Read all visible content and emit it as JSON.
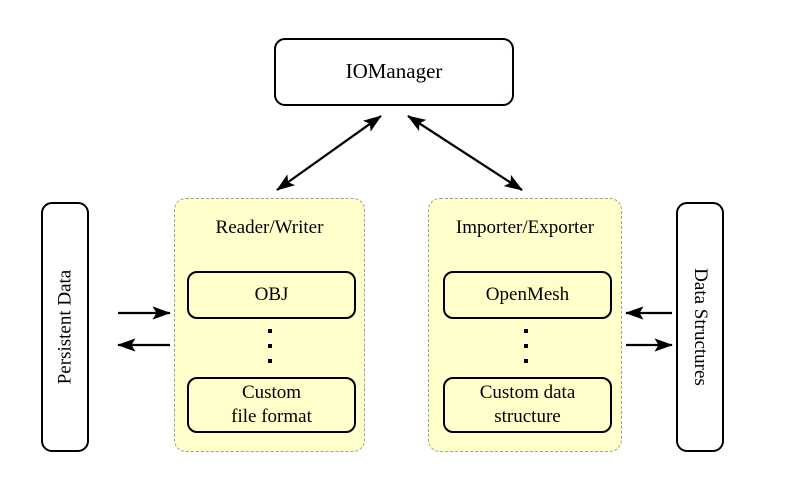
{
  "diagram": {
    "title": "IO architecture diagram",
    "colors": {
      "group_fill": "#FFFFCC",
      "group_border": "#9E9E9E",
      "node_border": "#000000",
      "node_fill": "#FFFFFF",
      "arrow": "#000000",
      "background": "#FFFFFF"
    },
    "manager": {
      "label": "IOManager"
    },
    "left_endpoint": {
      "label": "Persistent Data",
      "orientation": "rotated-ccw"
    },
    "right_endpoint": {
      "label": "Data Structures",
      "orientation": "rotated-cw"
    },
    "groups": [
      {
        "id": "reader-writer",
        "title": "Reader/Writer",
        "items": [
          {
            "label": "OBJ"
          },
          {
            "label": "Custom\nfile format",
            "line1": "Custom",
            "line2": "file format"
          }
        ],
        "ellipsis": "⋮"
      },
      {
        "id": "importer-exporter",
        "title": "Importer/Exporter",
        "items": [
          {
            "label": "OpenMesh"
          },
          {
            "label": "Custom data\nstructure",
            "line1": "Custom data",
            "line2": "structure"
          }
        ],
        "ellipsis": "⋮"
      }
    ],
    "connections": [
      {
        "name": "manager-to-reader-writer",
        "from": "IOManager",
        "to": "Reader/Writer",
        "style": "double-headed"
      },
      {
        "name": "manager-to-importer-exporter",
        "from": "IOManager",
        "to": "Importer/Exporter",
        "style": "double-headed"
      },
      {
        "name": "persistent-data-to-reader-writer",
        "from": "Persistent Data",
        "to": "Reader/Writer",
        "style": "single-headed-right"
      },
      {
        "name": "reader-writer-to-persistent-data",
        "from": "Reader/Writer",
        "to": "Persistent Data",
        "style": "single-headed-left"
      },
      {
        "name": "data-structures-to-importer-exporter",
        "from": "Data Structures",
        "to": "Importer/Exporter",
        "style": "single-headed-left"
      },
      {
        "name": "importer-exporter-to-data-structures",
        "from": "Importer/Exporter",
        "to": "Data Structures",
        "style": "single-headed-right"
      }
    ]
  }
}
